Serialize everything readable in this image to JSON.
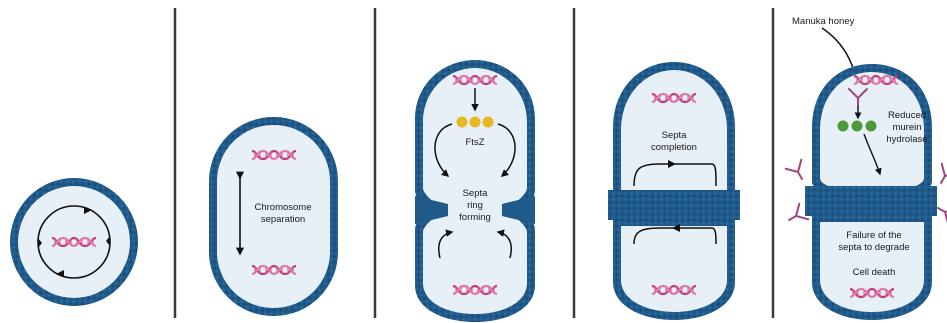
{
  "colors": {
    "wall": "#1f5a8a",
    "wall_dark": "#163f63",
    "cytoplasm": "#e7eff7",
    "dna": "#c23b7d",
    "dna_light": "#e58fb6",
    "ftsz": "#e8b820",
    "honey_molecule": "#9a4a7d",
    "hydrolase": "#4f9a38",
    "divider": "#3a3a3a",
    "arrow": "#111111"
  },
  "icons": [
    "dna-helix-icon",
    "ftsz-protein-icon",
    "murein-hydrolase-icon",
    "honey-molecule-icon"
  ],
  "panels": [
    {
      "id": "stage1",
      "labels": []
    },
    {
      "id": "stage2",
      "labels": [
        "Chromosome",
        "separation"
      ]
    },
    {
      "id": "stage3",
      "labels": [
        "FtsZ",
        "Septa",
        "ring",
        "forming"
      ]
    },
    {
      "id": "stage4",
      "labels": [
        "Septa",
        "completion"
      ]
    },
    {
      "id": "stage5",
      "labels": [
        "Manuka honey",
        "Reduced",
        "murein",
        "hydrolase",
        "Failure of the",
        "septa to degrade",
        "Cell death"
      ]
    }
  ]
}
